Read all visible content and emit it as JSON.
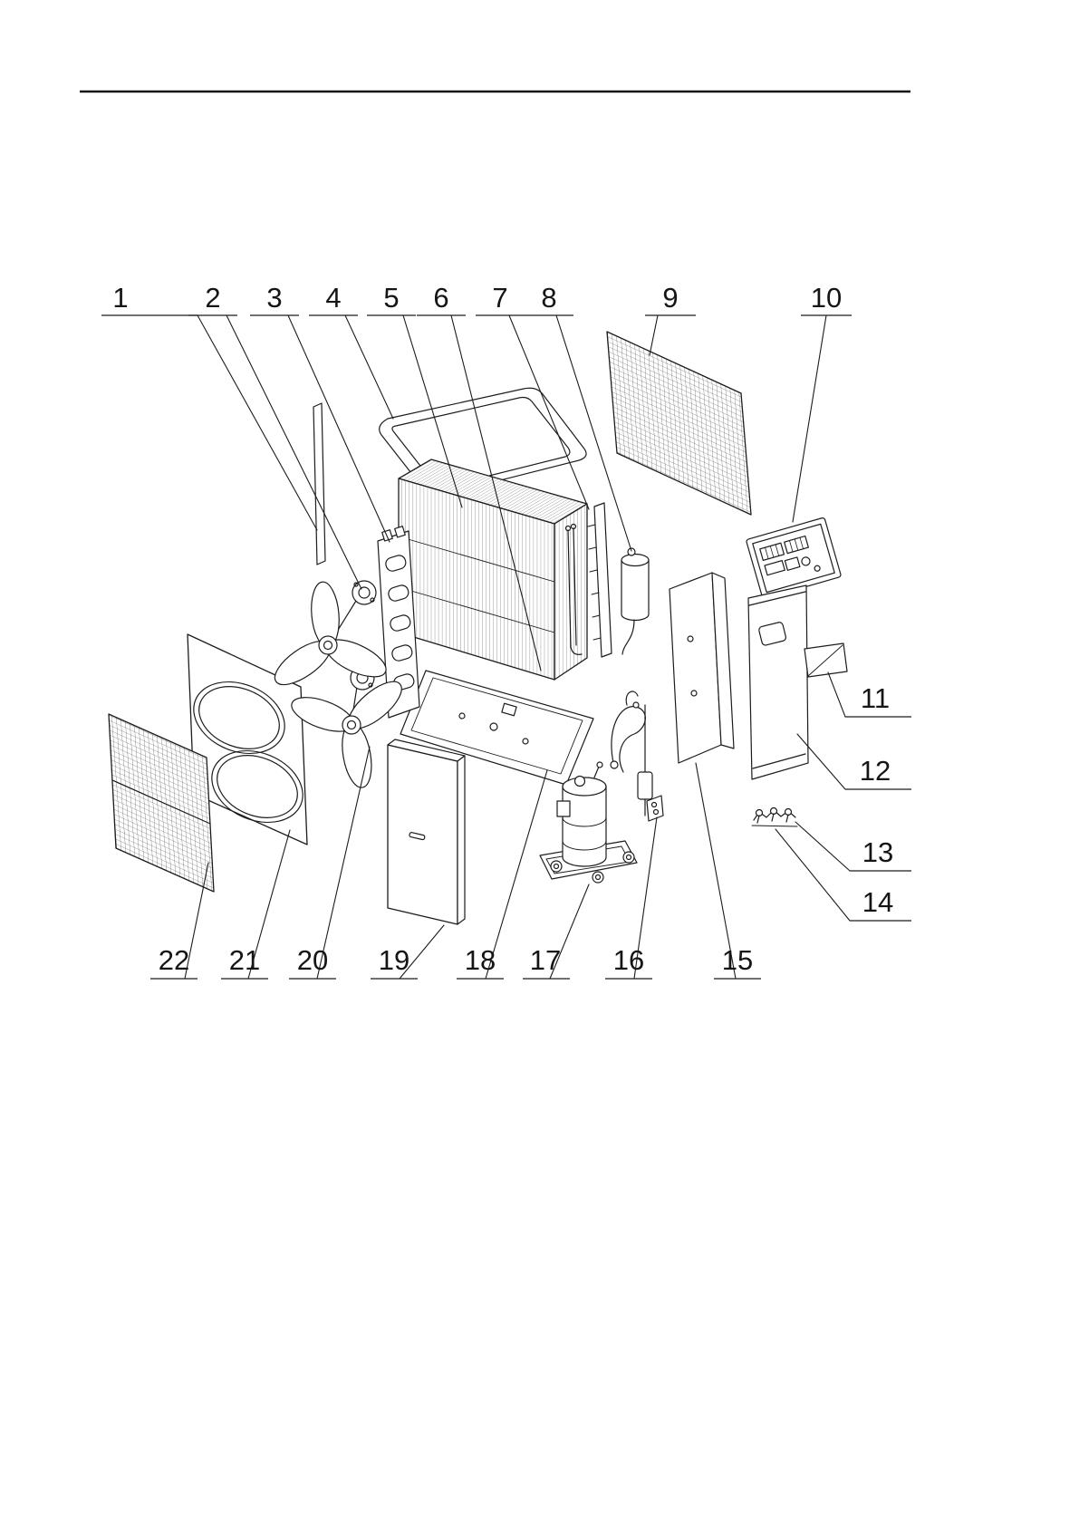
{
  "page": {
    "background": "#ffffff",
    "ink": "#1c1c1c"
  },
  "figure": {
    "callouts": [
      "1",
      "2",
      "3",
      "4",
      "5",
      "6",
      "7",
      "8",
      "9",
      "10",
      "11",
      "12",
      "13",
      "14",
      "15",
      "16",
      "17",
      "18",
      "19",
      "20",
      "21",
      "22"
    ]
  }
}
